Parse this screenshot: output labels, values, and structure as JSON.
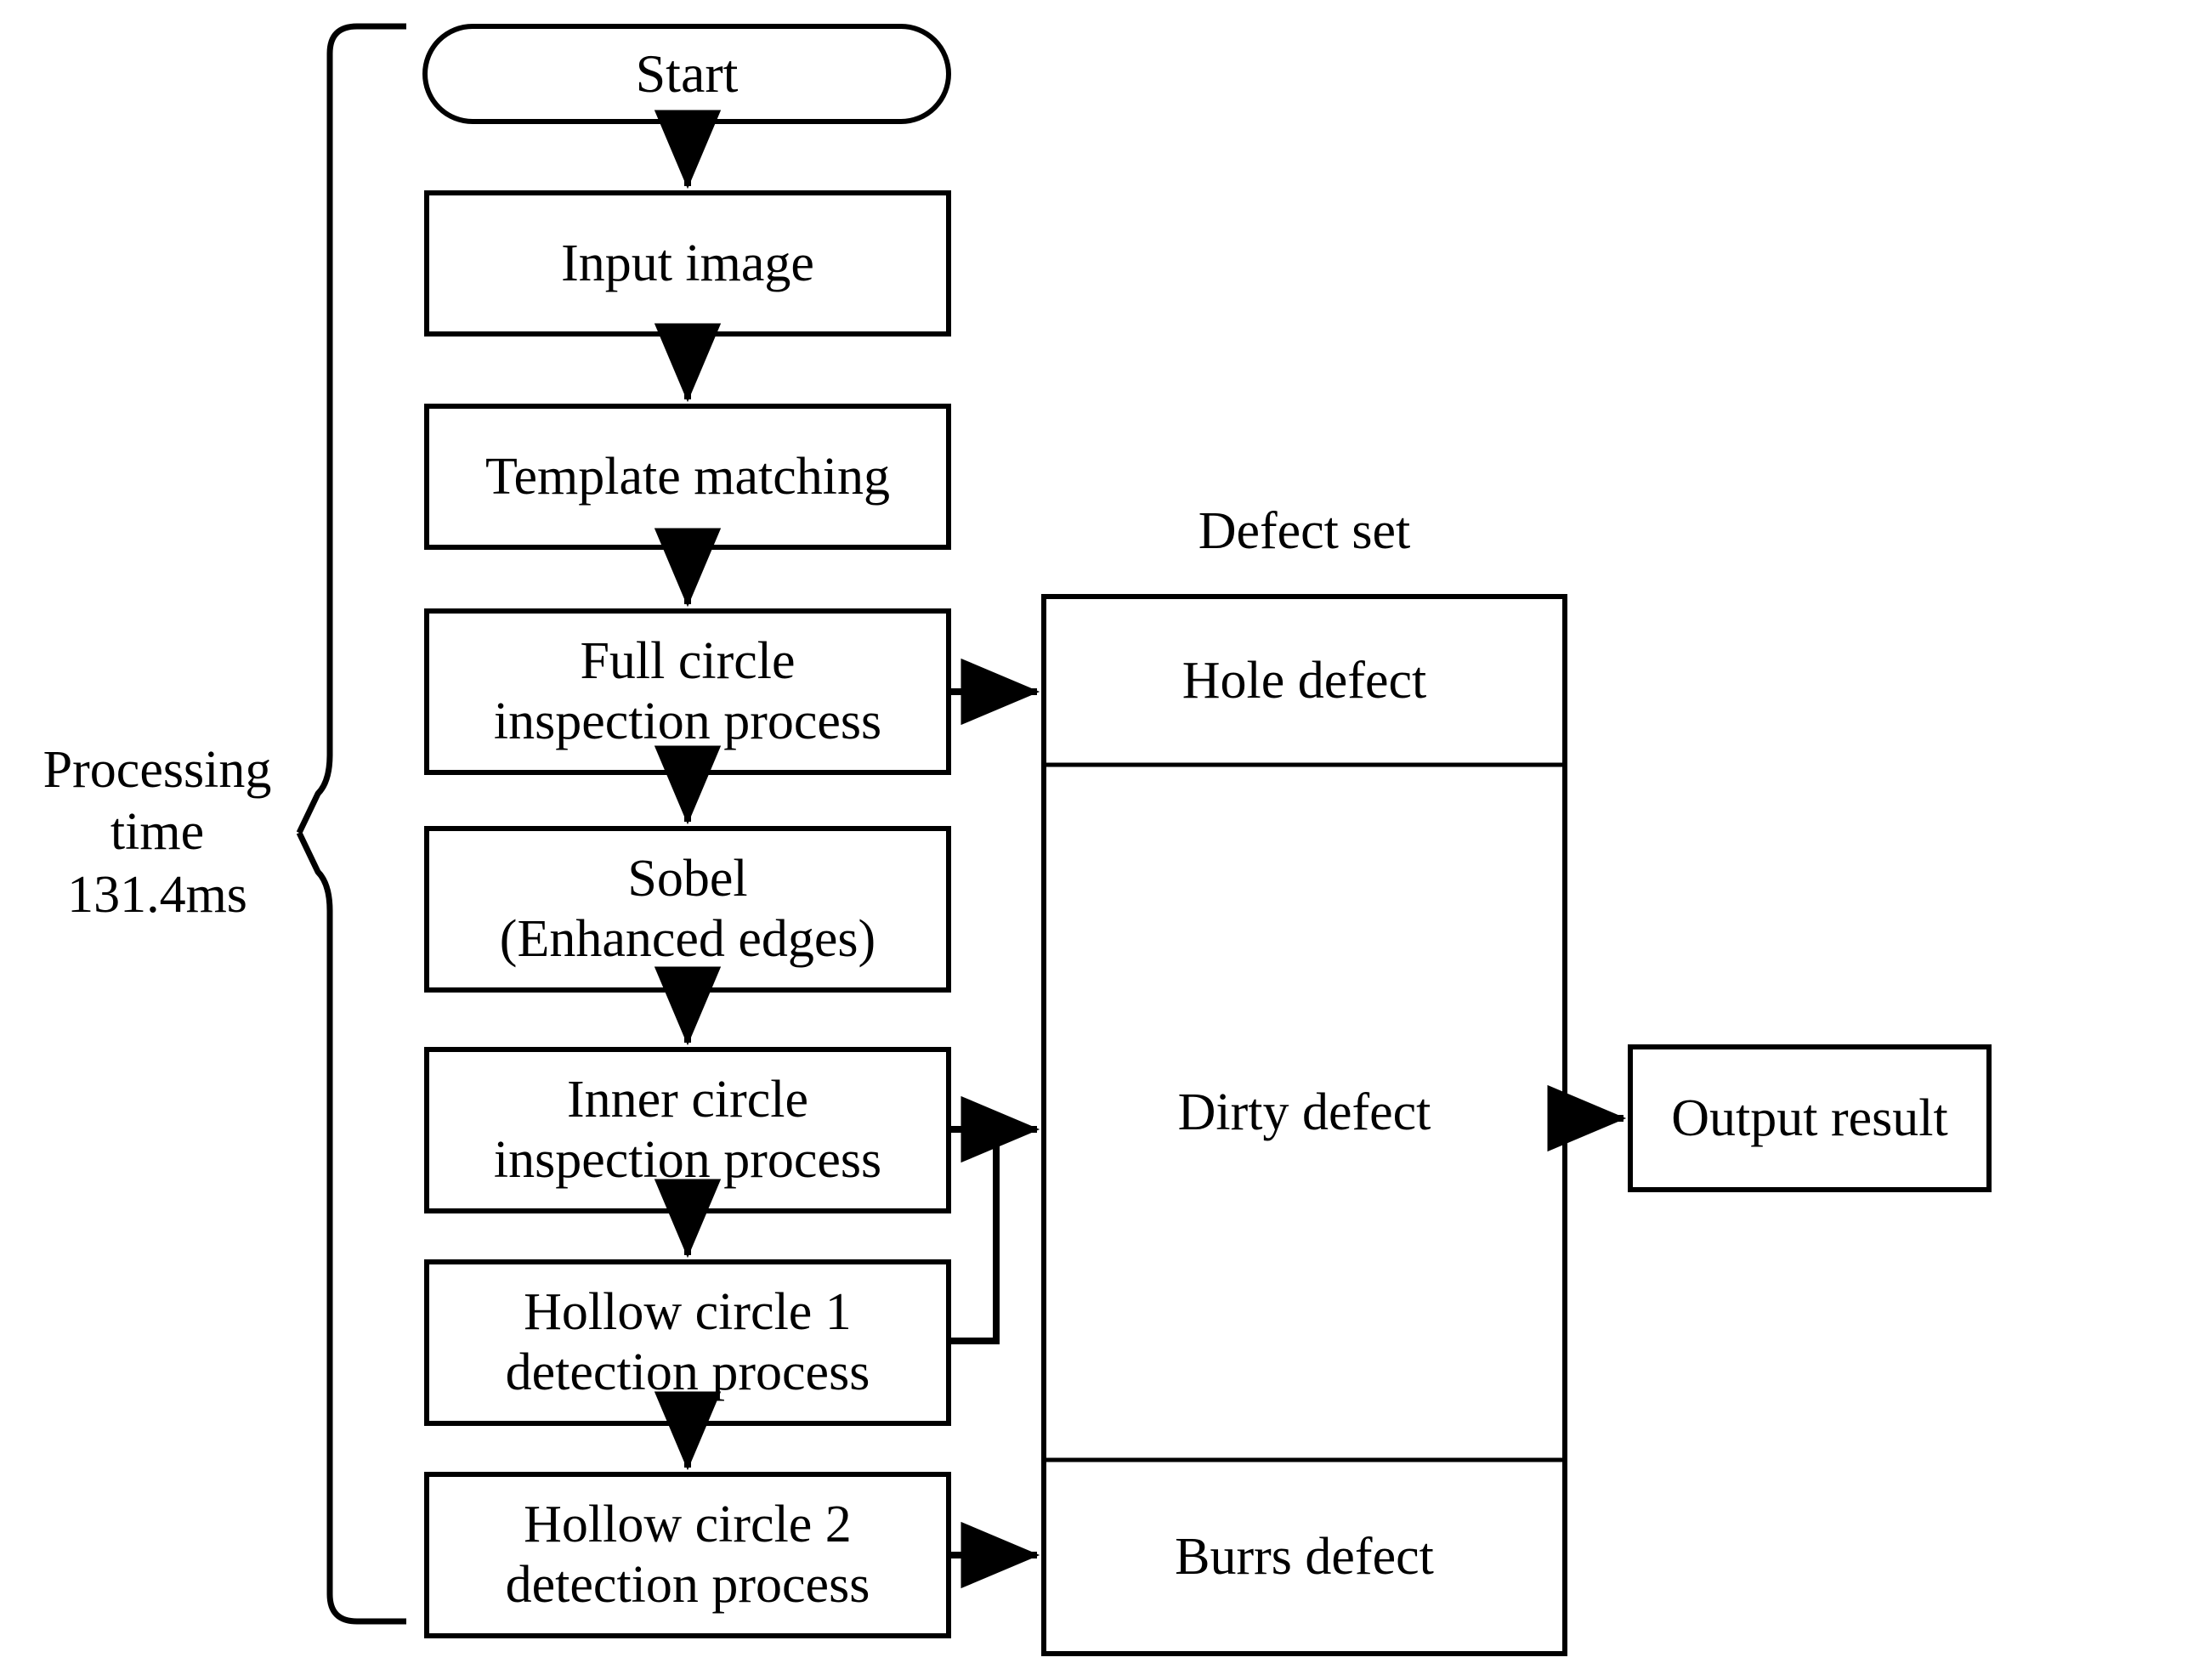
{
  "diagram": {
    "title": "Defect inspection flowchart",
    "colors": {
      "stroke": "#000000",
      "background": "#ffffff",
      "text": "#000000"
    },
    "annotation": {
      "brace_label": "Processing\ntime\n131.4ms",
      "processing_time_value": "131.4ms"
    },
    "flow_nodes": [
      {
        "id": "start",
        "shape": "stadium",
        "label": "Start"
      },
      {
        "id": "input-image",
        "shape": "rectangle",
        "label": "Input image"
      },
      {
        "id": "template-match",
        "shape": "rectangle",
        "label": "Template matching"
      },
      {
        "id": "full-circle",
        "shape": "rectangle",
        "label": "Full circle\ninspection process"
      },
      {
        "id": "sobel",
        "shape": "rectangle",
        "label": "Sobel\n(Enhanced edges)"
      },
      {
        "id": "inner-circle",
        "shape": "rectangle",
        "label": "Inner circle\ninspection process"
      },
      {
        "id": "hollow-1",
        "shape": "rectangle",
        "label": "Hollow circle 1\ndetection process"
      },
      {
        "id": "hollow-2",
        "shape": "rectangle",
        "label": "Hollow circle 2\ndetection process"
      }
    ],
    "defect_set": {
      "caption": "Defect set",
      "rows": [
        {
          "id": "hole-defect",
          "label": "Hole defect"
        },
        {
          "id": "dirty-defect",
          "label": "Dirty defect"
        },
        {
          "id": "burrs-defect",
          "label": "Burrs defect"
        }
      ]
    },
    "output_node": {
      "id": "output-result",
      "shape": "rectangle",
      "label": "Output result"
    },
    "edges": [
      {
        "from": "start",
        "to": "input-image",
        "type": "arrow-down"
      },
      {
        "from": "input-image",
        "to": "template-match",
        "type": "arrow-down"
      },
      {
        "from": "template-match",
        "to": "full-circle",
        "type": "arrow-down"
      },
      {
        "from": "full-circle",
        "to": "sobel",
        "type": "arrow-down"
      },
      {
        "from": "sobel",
        "to": "inner-circle",
        "type": "arrow-down"
      },
      {
        "from": "inner-circle",
        "to": "hollow-1",
        "type": "arrow-down"
      },
      {
        "from": "hollow-1",
        "to": "hollow-2",
        "type": "arrow-down"
      },
      {
        "from": "full-circle",
        "to": "hole-defect",
        "type": "arrow-right"
      },
      {
        "from": "inner-circle",
        "to": "dirty-defect",
        "type": "arrow-right"
      },
      {
        "from": "hollow-1",
        "to": "dirty-defect",
        "type": "arrow-right-elbow"
      },
      {
        "from": "hollow-2",
        "to": "burrs-defect",
        "type": "arrow-right"
      },
      {
        "from": "dirty-defect",
        "to": "output-result",
        "type": "arrow-right"
      }
    ]
  }
}
